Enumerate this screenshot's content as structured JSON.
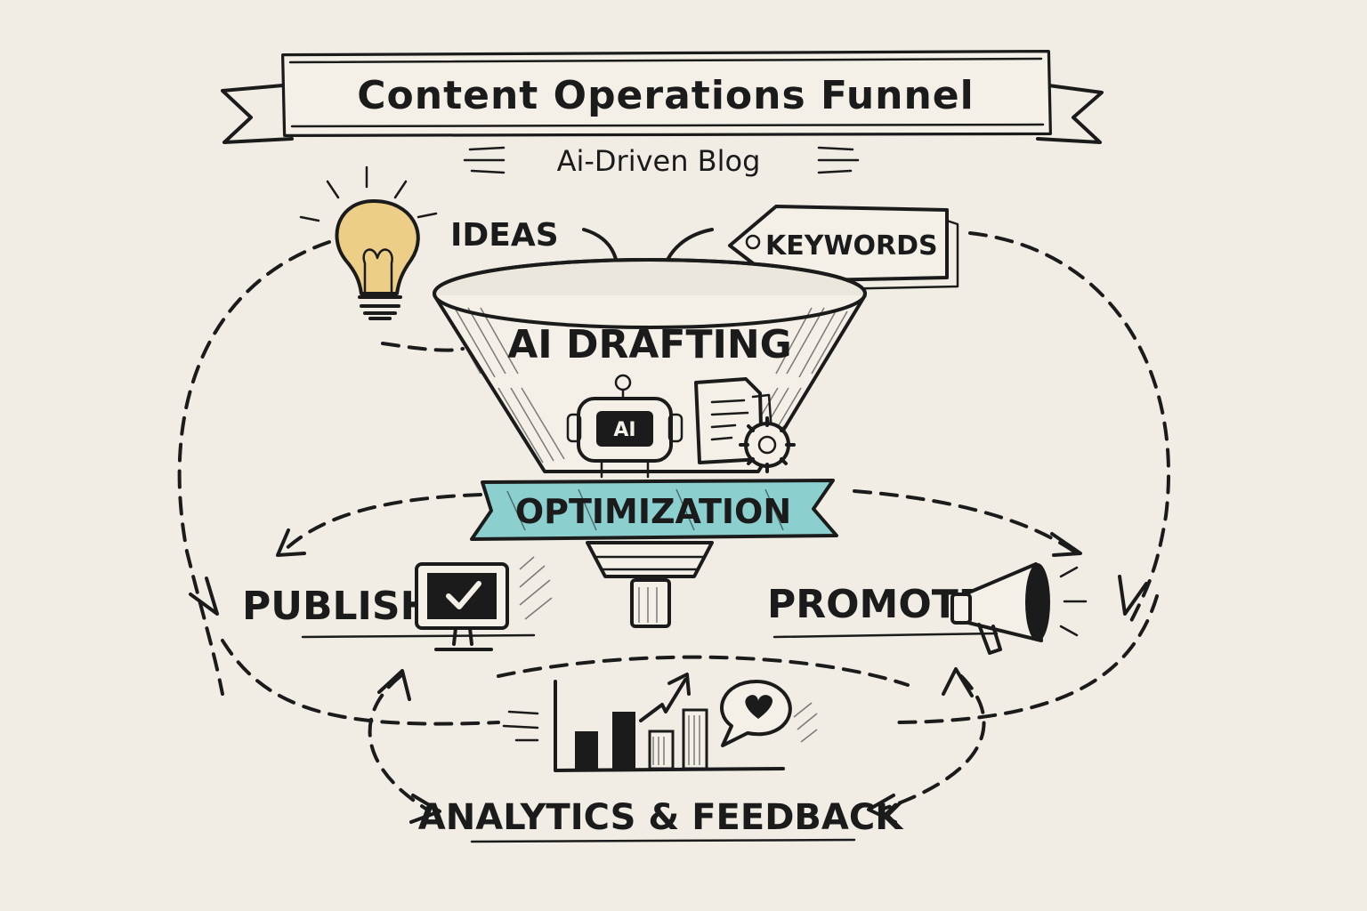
{
  "title": "Content Operations Funnel",
  "subtitle": "Ai-Driven Blog",
  "stages": {
    "ideas": "IDEAS",
    "keywords": "KEYWORDS",
    "drafting": "AI DRAFTING",
    "ai_badge": "AI",
    "optimization": "OPTIMIZATION",
    "publish": "PUBLISH",
    "promote": "PROMOTE",
    "analytics": "ANALYTICS & FEEDBACK"
  },
  "colors": {
    "ink": "#1b1b1b",
    "paper": "#f1ede4",
    "accent_teal": "#8ccfcf",
    "bulb_yellow": "#e7b53a"
  },
  "icons": [
    "lightbulb-icon",
    "tag-icon",
    "robot-icon",
    "document-icon",
    "gear-icon",
    "monitor-check-icon",
    "megaphone-icon",
    "bar-chart-icon",
    "trend-arrow-icon",
    "heart-speech-bubble-icon"
  ]
}
